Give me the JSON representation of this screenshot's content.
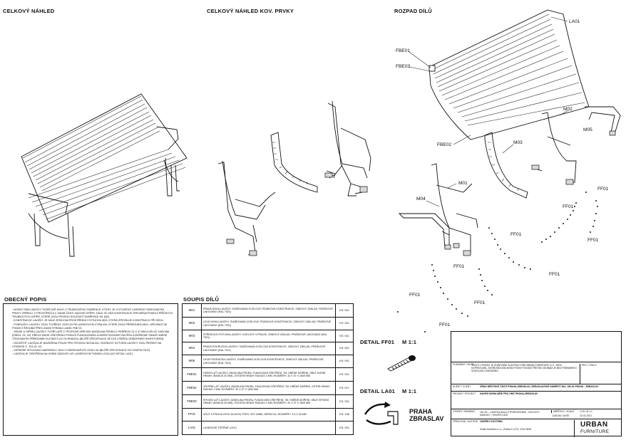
{
  "headings": {
    "overview": "CELKOVÝ NÁHLED",
    "metal_overview": "CELKOVÝ NÁHLED KOV. PRVKY",
    "exploded": "ROZPAD DÍLŮ",
    "general_description": "OBECNÝ POPIS",
    "parts_list": "SOUPIS DÍLŮ",
    "detail_ff01": "DETAIL FF01",
    "detail_la01": "DETAIL LA01",
    "scale": "M 1:1"
  },
  "callouts": {
    "la01": "LA01",
    "fbe01": "FBE01",
    "fbe03": "FBE03",
    "fbe02": "FBE02",
    "m02": "M02",
    "m03": "M03",
    "m05": "M05",
    "m01": "M01",
    "m04": "M04",
    "ff01": "FF01"
  },
  "description_items": [
    "NOSNÝ RÁM LAVIČKY TVOŘÍ DVĚ NOHY Z TRUBKOVÉHO SVAŘENCE, KTERÝ JE VYZTUŽENÝ LASEREM TVAROVANÝMI PRVKY VPŘEDU, V PROSTŘEDÍ A V ZADNÍ ČÁSTI ZÁDOVÉ OPĚRY. DÁLE JE OSA KONSTRUKCE ZPEVNĚNA POMOCÍ PŘÍČNÝCH TRUBKOVÝCH VZPĚR, KTERÉ JSOU PEVNOU SOUČÁSTÍ SVAŘENCE M1 (M2).",
    "KONSTRUKCE LAVIČKY JE DÁLE ZESÍLENA PROSTŘEDNÍ VÝZTUHOU M03, KTERÁ ZPEVŇUJE KONSTRUKCI PŘI SEDU.",
    "PODRUČKY LAVIČKY JSOU TVOŘENY OCELOVÝM LASEROVÝM VÝPALEM, KTERÉ JSOU PŘIŠROUBOVÁNY. UPEVŇUJÍ SE POMOCÍ ŠROUBŮ PŘES ZADNÍ STRANU LAMEL FBE 03.",
    "SEDÁK A OPĚRU LAVIČKY TVOŘÍ LATĚ Z TROPICKÉ DŘEVINY ANGELINA PEDRA O PRŮŘEZU 32 X 37 MM A DÉLCE 1600 MM (FBE01, 02, 03). DŘEVO BUDE OŠETŘENO POMOCÍ FUNGICIDNÍHO A INSEKTICIDNÍHO NÁTĚRU A MOŘIDNÉ TMAVÉ HNĚDÉ TÓNOVANÝM PŘÍRODNÍM OLEJEM S UV OCHRANOU (BLIŽŠÍ SPECIFIKACE AŽ DLE VÝBĚRU ODBORNÍKŮ INVESTOREM).",
    "DŮLEŽITÉ: LAVIČKA JE NAVRŽENA POUZE PRO PEVNOU INSTALACI. MOŽNOST KOTVENÍ LAVIČKY JSOU ŘEŠENY NA VÝKRESE Č. 101.02.-03.",
    "VEŠKERÉ SPOJOVACÍ MATERIÁLY JSOU Z NEREZAVĚJÍCÍ OCELI A4 (BLIŽŠÍ SPECIFIKACE VIZ SOUPIS DÍLŮ).",
    "LAVIČKA JE OPATŘENA NA HORNÍ ZÁDOVÉ LATI LASEROVÝM TISKEM LOGA (VIZ DETAIL LA01)."
  ],
  "parts": [
    {
      "code": "M01",
      "desc": "PRAVÁ NOHA LAVIČKY, SVAŘOVANÁ OCELOVÁ TRUBKOVÁ KONSTRUKCE, ZINKOVÝ ZÁKLAD, PRÁŠKOVÉ LAKOVÁNO (RAL 7021)",
      "qty": "KS: 001"
    },
    {
      "code": "M02",
      "desc": "LEVÁ NOHA LAVIČKY, SVAŘOVANÁ OCELOVÁ TRUBKOVÁ KONSTRUKCE, ZINKOVÝ ZÁKLAD, PRÁŠKOVÉ LAKOVÁNO (RAL 7021)",
      "qty": "KS: 001"
    },
    {
      "code": "M03",
      "desc": "STŘEDOVÁ VÝZTUHA LAVIČKY, OCELOVÝ VÝPALEK, ZINKOVÝ ZÁKLAD, PRÁŠKOVÉ LAKOVÁNO (RAL 7021)",
      "qty": "KS: 001"
    },
    {
      "code": "M04",
      "desc": "PRAVÁ PODRUČKA LAVIČKY, SVAŘOVANÁ OCELOVÁ KONSTRUKCE, ZINKOVÝ ZÁKLAD, PRÁŠKOVÉ LAKOVÁNO (RAL 7021)",
      "qty": "KS: 001"
    },
    {
      "code": "M05",
      "desc": "LEVÁ PODRUČKA LAVIČKY, SVAŘOVANÁ OCELOVÁ KONSTRUKCE, ZINKOVÝ ZÁKLAD, PRÁŠKOVÉ LAKOVÁNO (RAL 7021)",
      "qty": "KS: 001"
    },
    {
      "code": "FBE01",
      "desc": "HORNÍ LAŤ LAVIČKY, ANGELINA PEDRA, FUNGICIDNÍ OŠETŘENÍ, TM. HNĚDÉ MOŘENÍ, OBLÉ HORNÍ HRANY (RADIUS 20 MM), OSTATNÍ HRANY RADIUS 2 MM, ROZMĚRY: 32 X 37 X 1600 MM",
      "qty": "KS: 001"
    },
    {
      "code": "FBE02",
      "desc": "VNITŘNÍ LAŤ LAVIČKY, ANGELINA PEDRA, FUNGICIDNÍ OŠETŘENÍ, TM. HNĚDÉ MOŘENÍ, OSTRÉ HRANY RADIUS 2 MM, ROZMĚRY: 32 X 37 X 1600 MM",
      "qty": "KS: 017"
    },
    {
      "code": "FBE03",
      "desc": "SPODNÍ LAŤ LAVIČKY, ANGELINA PEDRA, FUNGICIDNÍ OŠETŘENÍ, TM. HNĚDÉ MOŘENÍ, OBLÉ SPODNÍ HRANY (RADIUS 20 MM), OSTATNÍ HRANY RADIUS 2 MM, ROZMĚRY: 32 X 37 X 1600 MM",
      "qty": "KS: 001"
    },
    {
      "code": "FF01",
      "desc": "VRUT S PŮLKULATOU HLAVOU TORX, ISO 14585, NEREZ A4, ROZMĚRY: 3.5 X 25 MM",
      "qty": "KS: 138"
    },
    {
      "code": "LA01",
      "desc": "LASEROVĚ TIŠTĚNÉ LOGO",
      "qty": "KS: 001"
    }
  ],
  "logo": {
    "line1": "PRAHA",
    "line2": "ZBRASLAV"
  },
  "title_block": {
    "note_label": "POZNÁMKY / NOTE",
    "note_text": "TENTO VÝKRES JE DUŠEVNÍM VLASTNICTVÍM URBAN FURNITURE s.r.o. JEHO KOPÍROVÁNÍ, ZVEŘEJŇOVÁNÍ NEBO POSKYTOVÁNÍ TŘETÍM OSOBÁM JE BEZ PÍSEMNÉHO SOUHLASU ZAKÁZÁNO.",
    "rev_label": "REV. / ČÍSLO",
    "client_label": "KLIENT / CLIENT",
    "client_value": "ÚŘAD MĚSTSKÉ ČÁSTI PRAHA-ZBRASLAV, ZBRASLAVSKÉ NÁMĚSTÍ 464, 156 00 PRAHA - ZBRASLAV",
    "project_label": "PROJEKT / PROJECT",
    "project_value": "NÁVRH MOBILIÁŘE PRO ÚMČ PRAHA-ZBRASLAV",
    "drawing_label": "VÝKRES / DRAWING",
    "drawing_value": "101.00. - LAVIČKA AULA S PODRUČKAMI - CELKOVÝ NÁHLED + SOUPIS DÍLŮ",
    "scale_label": "MĚŘÍTKO / SCALE",
    "scale_value": "1:15 / M 1:1",
    "date_label": "DATUM / DATE",
    "date_value": "22.01.2021",
    "author_label": "ZPRACOVAL / AUTHOR",
    "author_value": "ONDŘEJ KOSTRBA",
    "company_line": "Urban furniture s.r.o. | Praha 4 | IČO: 1234 5678",
    "brand_top": "URBAN",
    "brand_bottom": "FURNITURE"
  }
}
